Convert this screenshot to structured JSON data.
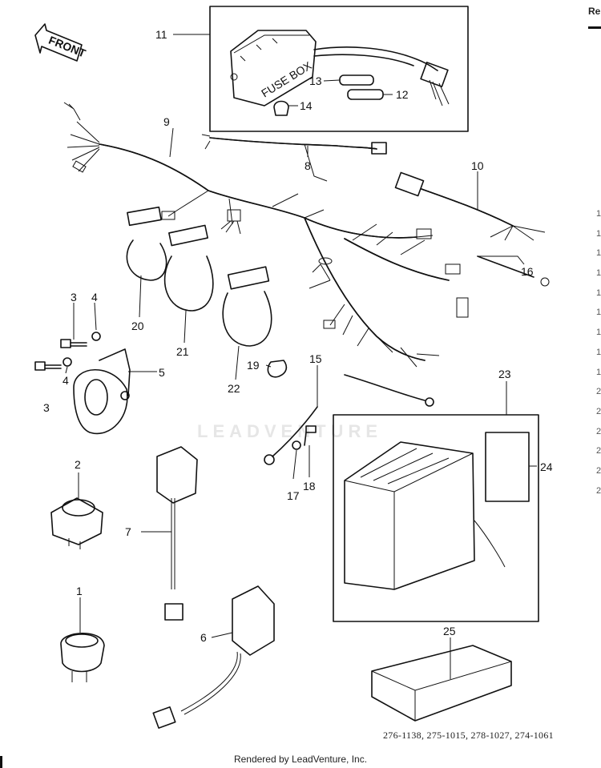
{
  "page": {
    "corner_text": "Re",
    "front_label": "FRONT",
    "fuse_box_label": "FUSE BOX",
    "reference_numbers": "276-1138, 275-1015, 278-1027, 274-1061",
    "footer": "Rendered by LeadVenture, Inc.",
    "watermark": "LEADVENTURE"
  },
  "callouts": [
    {
      "id": "c11",
      "label": "11"
    },
    {
      "id": "c13",
      "label": "13"
    },
    {
      "id": "c12",
      "label": "12"
    },
    {
      "id": "c14",
      "label": "14"
    },
    {
      "id": "c9",
      "label": "9"
    },
    {
      "id": "c8",
      "label": "8"
    },
    {
      "id": "c10",
      "label": "10"
    },
    {
      "id": "c16",
      "label": "16"
    },
    {
      "id": "c20",
      "label": "20"
    },
    {
      "id": "c21",
      "label": "21"
    },
    {
      "id": "c22",
      "label": "22"
    },
    {
      "id": "c3a",
      "label": "3"
    },
    {
      "id": "c4a",
      "label": "4"
    },
    {
      "id": "c4b",
      "label": "4"
    },
    {
      "id": "c3b",
      "label": "3"
    },
    {
      "id": "c5",
      "label": "5"
    },
    {
      "id": "c19",
      "label": "19"
    },
    {
      "id": "c15",
      "label": "15"
    },
    {
      "id": "c23",
      "label": "23"
    },
    {
      "id": "c24",
      "label": "24"
    },
    {
      "id": "c17",
      "label": "17"
    },
    {
      "id": "c18",
      "label": "18"
    },
    {
      "id": "c2",
      "label": "2"
    },
    {
      "id": "c7",
      "label": "7"
    },
    {
      "id": "c1",
      "label": "1"
    },
    {
      "id": "c6",
      "label": "6"
    },
    {
      "id": "c25",
      "label": "25"
    }
  ],
  "edge_marks": [
    "1",
    "1",
    "1",
    "1",
    "1",
    "1",
    "1",
    "1",
    "1",
    "2",
    "2",
    "2",
    "2",
    "2",
    "2"
  ]
}
